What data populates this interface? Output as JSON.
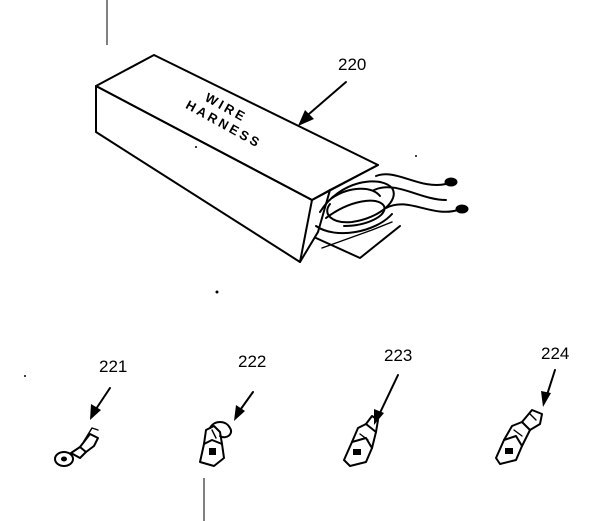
{
  "box": {
    "label_line1": "WIRE",
    "label_line2": "HARNESS"
  },
  "parts": [
    {
      "number": "220",
      "description": "WIRE HARNESS"
    },
    {
      "number": "221",
      "description": ""
    },
    {
      "number": "222",
      "description": ""
    },
    {
      "number": "223",
      "description": ""
    },
    {
      "number": "224",
      "description": ""
    }
  ],
  "colors": {
    "line": "#000000",
    "background": "#ffffff"
  }
}
